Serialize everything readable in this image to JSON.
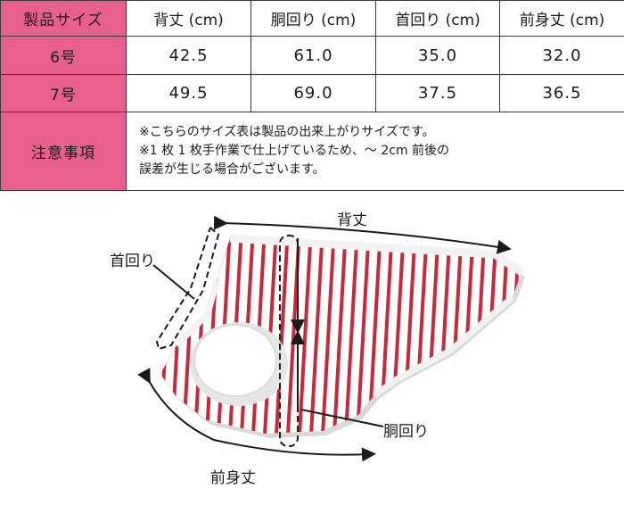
{
  "table": {
    "headers": [
      "製品サイズ",
      "背丈 (cm)",
      "胴回り (cm)",
      "首回り (cm)",
      "前身丈 (cm)"
    ],
    "rows": [
      {
        "size": "6号",
        "values": [
          "42.5",
          "61.0",
          "35.0",
          "32.0"
        ]
      },
      {
        "size": "7号",
        "values": [
          "49.5",
          "69.0",
          "37.5",
          "36.5"
        ]
      }
    ],
    "notes_label": "注意事項",
    "notes": [
      "※こちらのサイズ表は製品の出来上がりサイズです。",
      "※1 枚 1 枚手作業で仕上げているため、～ 2cm 前後の",
      "誤差が生じる場合がございます。"
    ]
  },
  "diagram": {
    "labels": {
      "back_length": "背丈",
      "neck": "首回り",
      "chest": "胴回り",
      "front_length": "前身丈"
    }
  },
  "colors": {
    "header_pink": "#e8608e",
    "stripe_red": "#c8283c",
    "border": "#3a3a3a"
  }
}
